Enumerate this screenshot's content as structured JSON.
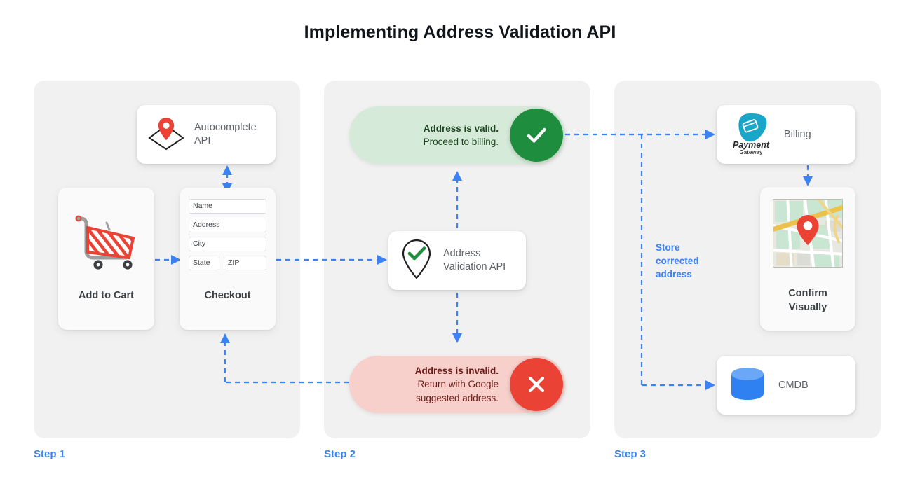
{
  "page": {
    "title": "Implementing Address Validation API",
    "accent_blue": "#3b82f6",
    "panel_bg": "#f1f1f1",
    "valid_green": "#1e8e3e",
    "invalid_red": "#ea4335"
  },
  "steps": [
    {
      "label": "Step 1"
    },
    {
      "label": "Step 2"
    },
    {
      "label": "Step 3"
    }
  ],
  "step1": {
    "autocomplete": {
      "title_line1": "Autocomplete",
      "title_line2": "API",
      "icon": "map-pin-diamond-icon"
    },
    "add_to_cart": {
      "caption": "Add to Cart",
      "icon": "shopping-cart-icon"
    },
    "checkout": {
      "caption": "Checkout",
      "fields": [
        {
          "name": "name-field",
          "placeholder": "Name",
          "value": "Name",
          "width": "full"
        },
        {
          "name": "address-field",
          "placeholder": "Address",
          "value": "Address",
          "width": "full"
        },
        {
          "name": "city-field",
          "placeholder": "City",
          "value": "City",
          "width": "full"
        }
      ],
      "fields_row": [
        {
          "name": "state-field",
          "placeholder": "State",
          "value": "State",
          "width": "state"
        },
        {
          "name": "zip-field",
          "placeholder": "ZIP",
          "value": "ZIP",
          "width": "zip"
        }
      ]
    }
  },
  "step2": {
    "valid": {
      "headline": "Address is valid.",
      "subline": "Proceed to billing.",
      "badge_icon": "check-icon",
      "badge_color": "#1e8e3e",
      "bg_color": "#d5ead8"
    },
    "invalid": {
      "headline": "Address is invalid.",
      "subline1": "Return with Google",
      "subline2": "suggested address.",
      "badge_icon": "close-icon",
      "badge_color": "#ea4335",
      "bg_color": "#f7cfcb"
    },
    "validation_api": {
      "title_line1": "Address",
      "title_line2": "Validation API",
      "icon": "pin-check-icon"
    }
  },
  "step3": {
    "billing": {
      "label": "Billing",
      "logo_name": "Payment",
      "logo_sub": "Gateway",
      "icon": "payment-gateway-logo"
    },
    "confirm": {
      "caption_line1": "Confirm",
      "caption_line2": "Visually",
      "icon": "map-thumbnail"
    },
    "cmdb": {
      "label": "CMDB",
      "icon": "database-icon"
    },
    "store_note": {
      "line1": "Store",
      "line2": "corrected",
      "line3": "address"
    }
  }
}
